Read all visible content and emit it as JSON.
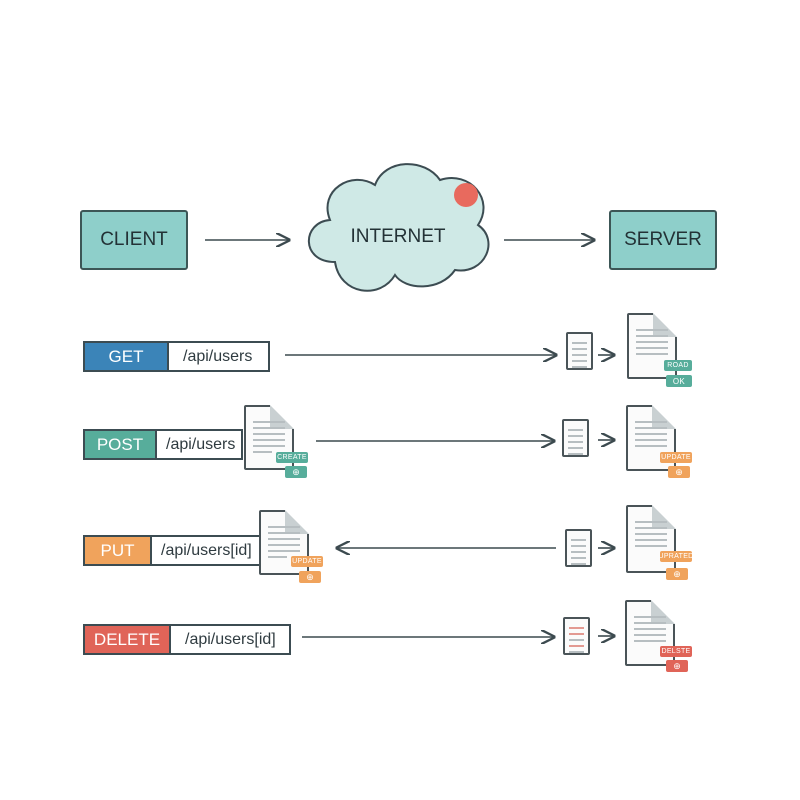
{
  "nodes": {
    "client": "CLIENT",
    "internet": "INTERNET",
    "server": "SERVER"
  },
  "requests": [
    {
      "method": "GET",
      "path": "/api/users",
      "color": "#3b84b8"
    },
    {
      "method": "POST",
      "path": "/api/users",
      "color": "#57ad9b"
    },
    {
      "method": "PUT",
      "path": "/api/users[id]",
      "color": "#f0a35c"
    },
    {
      "method": "DELETE",
      "path": "/api/users[id]",
      "color": "#e06458"
    }
  ],
  "client_tags": {
    "post": "CREATE",
    "put": "UPDATE"
  },
  "server_tags": {
    "get": [
      "ROAD",
      "OK"
    ],
    "post": "UPDATE",
    "put": "UPRATED",
    "delete": "DELSTE"
  },
  "colors": {
    "node_fill": "#8ecfca",
    "cloud_fill": "#cfe9e6",
    "notification_dot": "#e86a5e",
    "get": "#3b84b8",
    "post": "#57ad9b",
    "put": "#f0a35c",
    "delete": "#e06458"
  },
  "icons": [
    "arrow-right-icon",
    "arrow-left-icon",
    "document-icon",
    "cloud-icon",
    "globe-icon"
  ]
}
